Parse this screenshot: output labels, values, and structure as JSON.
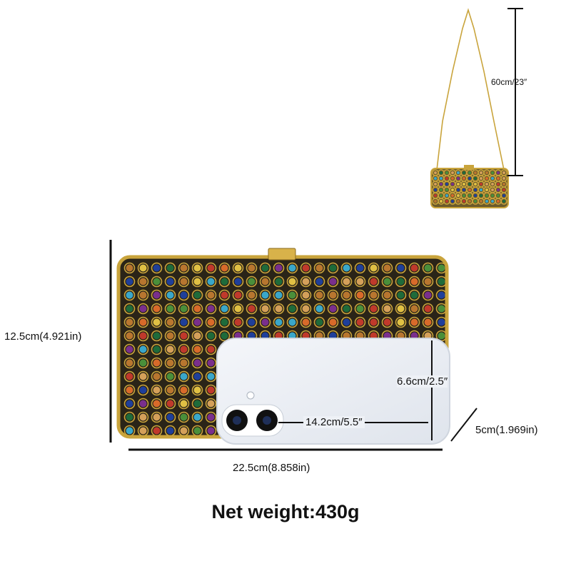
{
  "product": {
    "net_weight": "Net weight:430g"
  },
  "dimensions": {
    "height": "12.5cm(4.921in)",
    "width": "22.5cm(8.858in)",
    "depth": "5cm(1.969in)",
    "strap": "60cm/23″"
  },
  "phone_dimensions": {
    "height": "6.6cm/2.5″",
    "width": "14.2cm/5.5″"
  },
  "colors": {
    "gold": "#c9a43c",
    "frame": "#2a2418",
    "phone_body": "#e6eaf0",
    "gem_palette": [
      "#c0392b",
      "#1f3f9a",
      "#1e6b3a",
      "#d4a05a",
      "#b8762f",
      "#e0c044",
      "#3aa7c9",
      "#7a2f8c",
      "#d86a2a",
      "#4a8f3a"
    ]
  }
}
